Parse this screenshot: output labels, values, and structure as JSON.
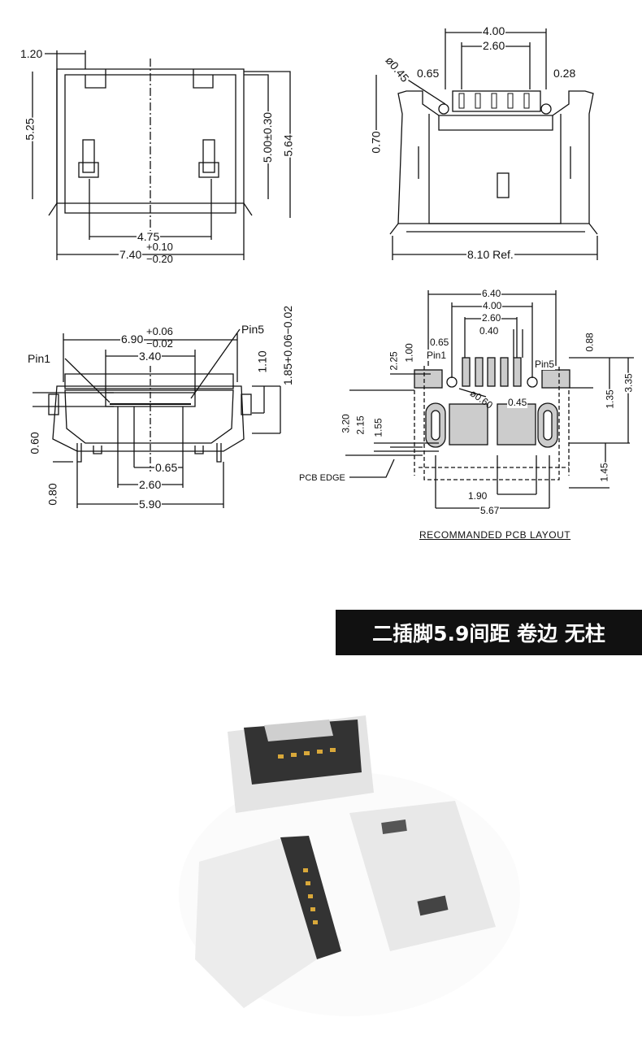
{
  "drawing_top_view": {
    "dims": {
      "d120": "1.20",
      "d525": "5.25",
      "d500": "5.00±0.30",
      "d564": "5.64",
      "d475": "4.75",
      "d740": "7.40",
      "d740_plus": "+0.10",
      "d740_minus": "−0.20"
    }
  },
  "drawing_front_view": {
    "dims": {
      "d400": "4.00",
      "d260": "2.60",
      "d045": "ø0.45",
      "d065": "0.65",
      "d028": "0.28",
      "d070": "0.70",
      "d810": "8.10 Ref."
    }
  },
  "drawing_end_view": {
    "dims": {
      "d690": "6.90",
      "d690_plus": "+0.06",
      "d690_minus": "−0.02",
      "pin5": "Pin5",
      "pin1": "Pin1",
      "d340": "3.40",
      "d110": "1.10",
      "d185": "1.85+0.06−0.02",
      "d060": "0.60",
      "d065": "0.65",
      "d260": "2.60",
      "d080": "0.80",
      "d590": "5.90"
    }
  },
  "pcb_layout": {
    "title": "RECOMMANDED PCB LAYOUT",
    "dims": {
      "d640": "6.40",
      "d400": "4.00",
      "d260": "2.60",
      "d040": "0.40",
      "d065": "0.65",
      "pin1": "Pin1",
      "pin5": "Pin5",
      "d225": "2.25",
      "d100": "1.00",
      "d088": "0.88",
      "d135": "1.35",
      "d335": "3.35",
      "d060": "ø0.60",
      "d045": "0.45",
      "d320": "3.20",
      "d215": "2.15",
      "d155": "1.55",
      "pcb_edge": "PCB EDGE",
      "d145": "1.45",
      "d190": "1.90",
      "d567": "5.67"
    }
  },
  "banner": {
    "text": "二插脚5.9间距 卷边 无柱",
    "bg": "#111111",
    "fg": "#ffffff"
  },
  "photo": {
    "subject": "micro-usb-connectors"
  }
}
